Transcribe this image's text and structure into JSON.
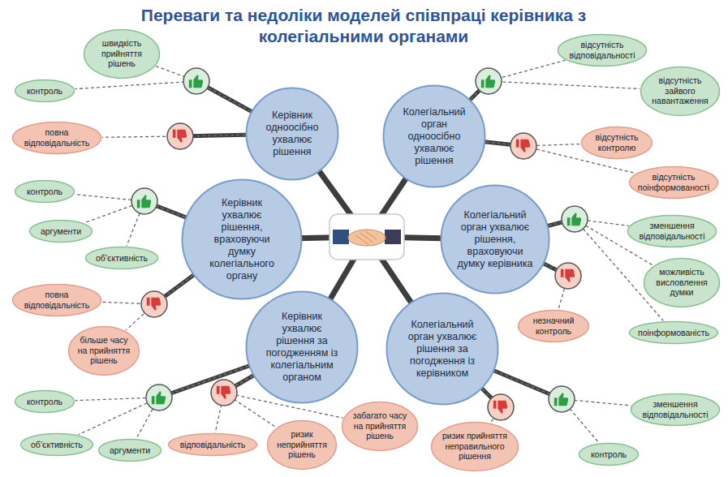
{
  "diagram": {
    "title": "Переваги та недоліки моделей співпраці керівника з колегіальними органами",
    "nodes": [
      {
        "text": [
          "Керівник одноосібно ухвалює рішення"
        ]
      },
      {
        "text": [
          "швидкість прийняття рішень"
        ]
      },
      {
        "text": [
          "контроль"
        ]
      },
      {
        "text": [
          "повна відповідальність"
        ]
      },
      {
        "text": [
          "Колегіальний орган одноосібно ухвалює рішення"
        ]
      },
      {
        "text": [
          "відсутність відповідальності"
        ]
      },
      {
        "text": [
          "відсутність зайвого навантаження"
        ]
      },
      {
        "text": [
          "відсутність контролю"
        ]
      },
      {
        "text": [
          "відсутність поінформованості"
        ]
      },
      {
        "text": [
          "Керівник ухвалює рішення, враховуючи думку колегіального органу"
        ]
      },
      {
        "text": [
          "контроль"
        ]
      },
      {
        "text": [
          "аргументи"
        ]
      },
      {
        "text": [
          "об’єктивність"
        ]
      },
      {
        "text": [
          "повна відповідальність"
        ]
      },
      {
        "text": [
          "більше часу на прийняття рішень"
        ]
      },
      {
        "text": [
          "Колегіальний орган ухвалює рішення, враховуючи думку керівника"
        ]
      },
      {
        "text": [
          "зменшення відповідальності"
        ]
      },
      {
        "text": [
          "можливість висловлення думки"
        ]
      },
      {
        "text": [
          "поінформованість"
        ]
      },
      {
        "text": [
          "незначний контроль"
        ]
      },
      {
        "text": [
          "Керівник ухвалює рішення за погодженням із колегіальним органом"
        ]
      },
      {
        "text": [
          "контроль"
        ]
      },
      {
        "text": [
          "об’єктивність"
        ]
      },
      {
        "text": [
          "аргументи"
        ]
      },
      {
        "text": [
          "відповідальність"
        ]
      },
      {
        "text": [
          "ризик неприйняття рішень"
        ]
      },
      {
        "text": [
          "забагато часу на прийняття рішень"
        ]
      },
      {
        "text": [
          "Колегіальний орган ухвалює рішення за погодження із керівником"
        ]
      },
      {
        "text": [
          "ризик прийняття неправильного рішення"
        ]
      },
      {
        "text": [
          "зменшення відповідальності"
        ]
      },
      {
        "text": [
          "контроль"
        ]
      }
    ],
    "edges": [
      {
        "from": 0,
        "to": 1,
        "arrow": "none"
      },
      {
        "from": 0,
        "to": 2,
        "arrow": "none"
      },
      {
        "from": 0,
        "to": 3,
        "arrow": "none"
      },
      {
        "from": 4,
        "to": 5,
        "arrow": "none"
      },
      {
        "from": 4,
        "to": 6,
        "arrow": "none"
      },
      {
        "from": 4,
        "to": 7,
        "arrow": "none"
      },
      {
        "from": 4,
        "to": 8,
        "arrow": "none"
      },
      {
        "from": 9,
        "to": 10,
        "arrow": "none"
      },
      {
        "from": 9,
        "to": 11,
        "arrow": "none"
      },
      {
        "from": 9,
        "to": 12,
        "arrow": "none"
      },
      {
        "from": 9,
        "to": 13,
        "arrow": "none"
      },
      {
        "from": 9,
        "to": 14,
        "arrow": "none"
      },
      {
        "from": 15,
        "to": 16,
        "arrow": "none"
      },
      {
        "from": 15,
        "to": 17,
        "arrow": "none"
      },
      {
        "from": 15,
        "to": 18,
        "arrow": "none"
      },
      {
        "from": 15,
        "to": 19,
        "arrow": "none"
      },
      {
        "from": 20,
        "to": 21,
        "arrow": "none"
      },
      {
        "from": 20,
        "to": 22,
        "arrow": "none"
      },
      {
        "from": 20,
        "to": 23,
        "arrow": "none"
      },
      {
        "from": 20,
        "to": 24,
        "arrow": "none"
      },
      {
        "from": 20,
        "to": 25,
        "arrow": "none"
      },
      {
        "from": 20,
        "to": 26,
        "arrow": "none"
      },
      {
        "from": 27,
        "to": 28,
        "arrow": "none"
      },
      {
        "from": 27,
        "to": 29,
        "arrow": "none"
      },
      {
        "from": 27,
        "to": 30,
        "arrow": "none"
      }
    ]
  }
}
